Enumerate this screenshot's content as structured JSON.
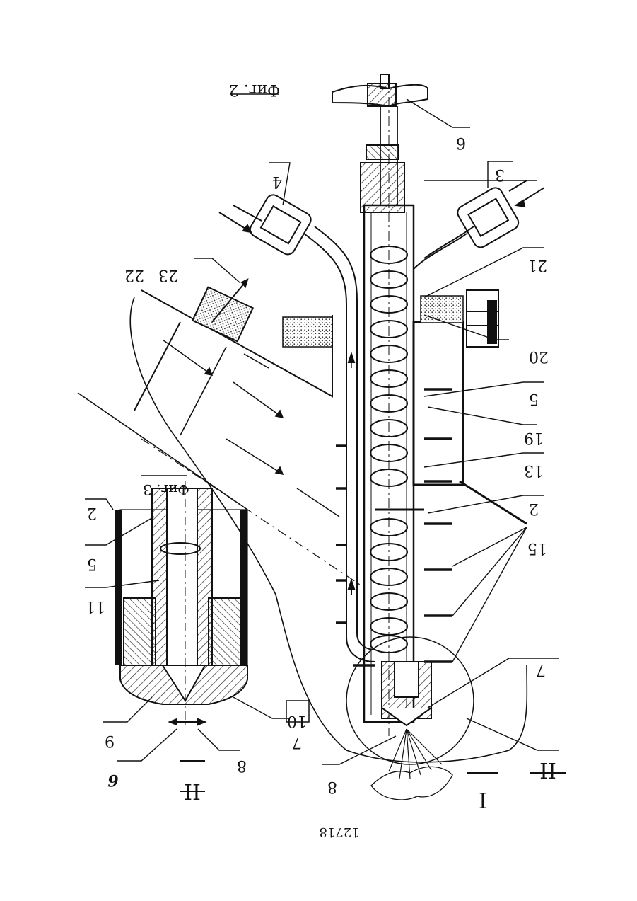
{
  "figure_titles": {
    "fig2": "Фиг. 2",
    "fig3": "Фиг. 3"
  },
  "page_number": "12718",
  "callouts": {
    "n6": "6",
    "n4": "4",
    "n3": "3",
    "n21": "21",
    "n22": "22",
    "n23": "23",
    "n20": "20",
    "n5": "5",
    "n19": "19",
    "n13": "13",
    "n2": "2",
    "n15": "15",
    "n7": "7",
    "nII": "II",
    "nI": "I",
    "n8": "8"
  },
  "detail_callouts": {
    "d2": "2",
    "d5": "5",
    "d11": "11",
    "d10": "10",
    "d7": "7",
    "d9": "9",
    "d8": "8",
    "d6": "6",
    "dII": "II"
  }
}
